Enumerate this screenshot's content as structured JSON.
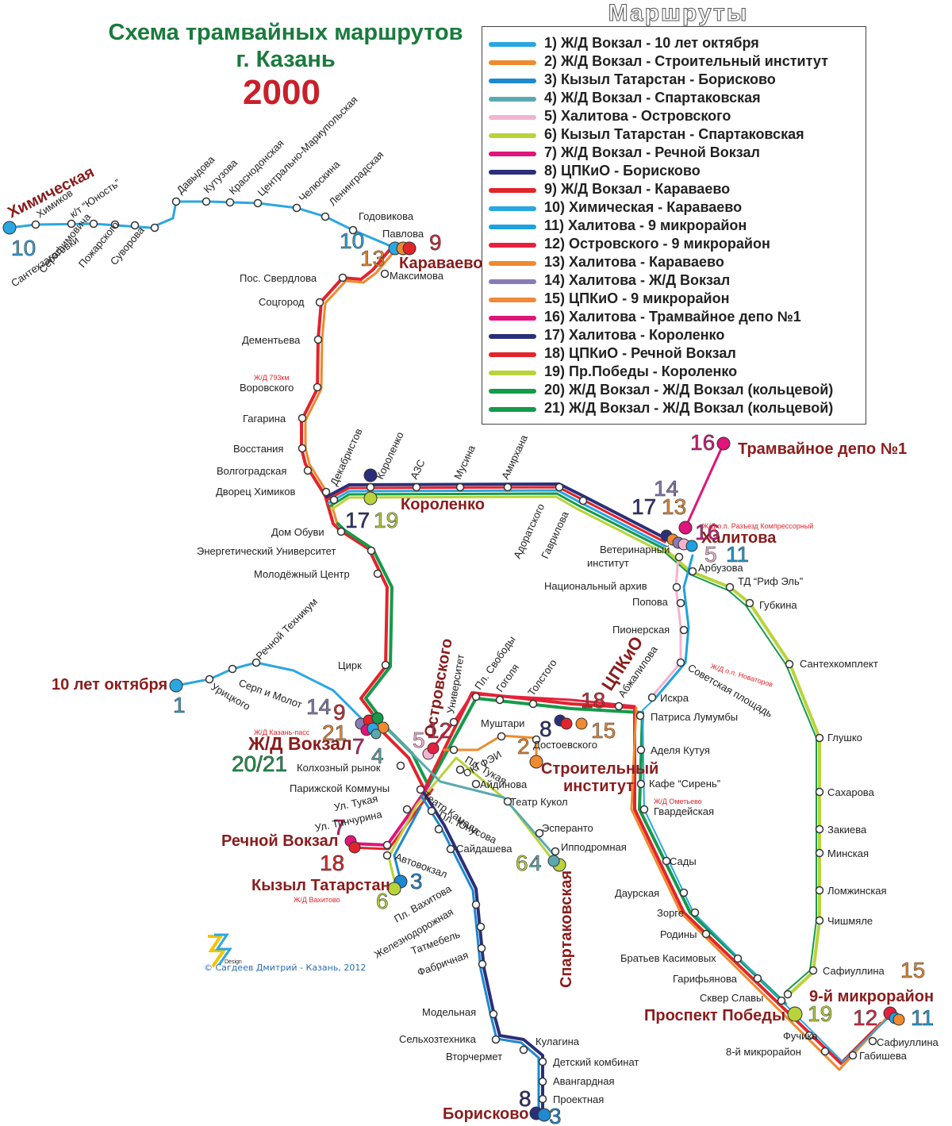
{
  "title": {
    "line1": "Схема трамвайных маршрутов",
    "line2": "г. Казань",
    "year": "2000"
  },
  "legend": {
    "heading": "Маршруты",
    "routes": [
      {
        "label": "1) Ж/Д Вокзал - 10 лет октября",
        "color": "#2aa7e0"
      },
      {
        "label": "2) Ж/Д Вокзал - Строительный институт",
        "color": "#ef8a2e"
      },
      {
        "label": "3) Кызыл Татарстан - Борисково",
        "color": "#1e88d0"
      },
      {
        "label": "4) Ж/Д Вокзал - Спартаковская",
        "color": "#5aa9b0"
      },
      {
        "label": "5) Халитова - Островского",
        "color": "#f3b3d0"
      },
      {
        "label": "6) Кызыл Татарстан - Спартаковская",
        "color": "#b9d33a"
      },
      {
        "label": "7) Ж/Д Вокзал - Речной Вокзал",
        "color": "#e0147a"
      },
      {
        "label": "8) ЦПКиО - Борисково",
        "color": "#2b2f7a"
      },
      {
        "label": "9) Ж/Д Вокзал - Караваево",
        "color": "#e2242b"
      },
      {
        "label": "10) Химическая - Караваево",
        "color": "#2aa7e0"
      },
      {
        "label": "11) Халитова - 9 микрорайон",
        "color": "#1fa1e0"
      },
      {
        "label": "12) Островского - 9 микрорайон",
        "color": "#e5213f"
      },
      {
        "label": "13) Халитова - Караваево",
        "color": "#ef8a2e"
      },
      {
        "label": "14) Халитова - Ж/Д Вокзал",
        "color": "#8a7bb8"
      },
      {
        "label": "15) ЦПКиО - 9 микрорайон",
        "color": "#f08a3a"
      },
      {
        "label": "16) Халитова - Трамвайное депо №1",
        "color": "#e0147a"
      },
      {
        "label": "17) Халитова - Короленко",
        "color": "#2b2f7a"
      },
      {
        "label": "18) ЦПКиО - Речной Вокзал",
        "color": "#e2242b"
      },
      {
        "label": "19) Пр.Победы - Короленко",
        "color": "#b9d33a"
      },
      {
        "label": "20) Ж/Д Вокзал - Ж/Д Вокзал (кольцевой)",
        "color": "#159a4a"
      },
      {
        "label": "21) Ж/Д Вокзал - Ж/Д Вокзал (кольцевой)",
        "color": "#159a4a"
      }
    ]
  },
  "terminals": {
    "himicheskaya": "Химическая",
    "karavaevo": "Караваево",
    "depo": "Трамвайное депо №1",
    "khalitova": "Халитова",
    "korolenko": "Короленко",
    "okt10": "10 лет октября",
    "zhd_vokzal": "Ж/Д Вокзал",
    "ostrovskogo": "Островского",
    "tsPKiO": "ЦПКиО",
    "stroit": "Строительный",
    "stroit2": "институт",
    "rechnoy": "Речной Вокзал",
    "kyzyl": "Кызыл Татарстан",
    "spartak": "Спартаковская",
    "borisk": "Борисково",
    "pr_pobedy": "Проспект Победы",
    "mkr9": "9-й микрорайон"
  },
  "route_numbers": {
    "him": "10",
    "kar10": "10",
    "kar13": "13",
    "kar9": "9",
    "depo16": "16",
    "kh14": "14",
    "kh17": "17",
    "kh13": "13",
    "kh16": "16",
    "kh5": "5",
    "kh11": "11",
    "kor17": "17",
    "kor19": "19",
    "okt1": "1",
    "v14": "14",
    "v9": "9",
    "v21": "21",
    "v7": "7",
    "v4": "4",
    "v2021": "20/21",
    "o5": "5",
    "o12": "12",
    "c18": "18",
    "c8": "8",
    "c15": "15",
    "c2": "2",
    "r7": "7",
    "r18": "18",
    "k3": "3",
    "k6": "6",
    "s6": "6",
    "s4": "4",
    "b8": "8",
    "b3": "3",
    "p19": "19",
    "m15": "15",
    "m12": "12",
    "m11": "11"
  },
  "rail_notes": {
    "n793": "Ж/Д 793км",
    "kompr": "Ж/Д о.п. Разъезд Компрессорный",
    "novat": "Ж/Д о.п. Новаторов",
    "kpass": "Ж/Д Казань-пасс",
    "ometevo": "Ж/Д Ометьево",
    "vahit": "Ж/Д Вахитово"
  },
  "stops": {
    "him1": "Химиков",
    "him2": "к/т “Юность”",
    "him3": "Сантехзаготовки",
    "him4": "Серафимовича",
    "him5": "Пожарского",
    "him6": "Суворова",
    "him7": "Давыдова",
    "him8": "Кутузова",
    "him9": "Краснодонская",
    "him10": "Центрально-Мариупольская",
    "him11": "Челюскина",
    "him12": "Ленинградская",
    "him13": "Годовикова",
    "p1": "Павлова",
    "p2": "Максимова",
    "p3": "Пос. Свердлова",
    "p4": "Соцгород",
    "p5": "Дементьева",
    "p6": "Воровского",
    "p7": "Гагарина",
    "p8": "Восстания",
    "p9": "Волгоградская",
    "p10": "Дворец Химиков",
    "p11": "Декабристов",
    "p12": "Короленко",
    "p13": "АЗС",
    "p14": "Мусина",
    "p15": "Амирхана",
    "p16": "Адоратского",
    "p17": "Гаврилова",
    "p18": "Ветеринарный",
    "p18b": "институт",
    "p19": "Дом Обуви",
    "p20": "Энергетический Университет",
    "p21": "Молодёжный Центр",
    "p22": "Цирк",
    "o1": "Речной Техникум",
    "o2": "Серп и Молот",
    "o3": "Урицкого",
    "k1": "Арбузова",
    "k2": "ТД “Риф Эль”",
    "k3": "Губкина",
    "k4": "Национальный архив",
    "k5": "Попова",
    "k6": "Пионерская",
    "k7": "Советская площадь",
    "k8": "Сантехкомплект",
    "k9": "Глушко",
    "k10": "Сахарова",
    "k11": "Закиева",
    "k12": "Минская",
    "k13": "Ломжинская",
    "k14": "Чишмяле",
    "k15": "Сафиуллина",
    "c1": "Университет",
    "c2": "Пл. Свободы",
    "c3": "Гоголя",
    "c4": "Толстого",
    "c5": "Абжалилова",
    "c6": "Искра",
    "c7": "Патриса Лумумбы",
    "c8": "Аделя Кутуя",
    "c9": "Кафе “Сирень”",
    "c10": "Гвардейская",
    "c11": "Сады",
    "c12": "Даурская",
    "c13": "Зорге",
    "c14": "Родины",
    "c15": "Братьев Касимовых",
    "c16": "Гарифьянова",
    "c17": "Сквер Славы",
    "c18": "Фучика",
    "c19": "8-й микрорайон",
    "c20": "Габишева",
    "c21": "Сафиуллина",
    "m1": "Муштари",
    "m2": "Достоевского",
    "m3": "ОКГФЭИ",
    "m4": "Пл. Тукая",
    "m5": "Айдинова",
    "m6": "Театр Кукол",
    "m7": "Эсперанто",
    "m8": "Ипподромная",
    "v1": "Колхозный рынок",
    "v2": "Парижской Коммуны",
    "v3": "Ул. Тукая",
    "v4": "Ул. Тинчурина",
    "v5": "Театр Камала",
    "v6": "Пл. Юнусова",
    "v7": "Сайдашева",
    "v8": "Автовокзал",
    "b1": "Пл. Вахитова",
    "b2": "Железнодорожная",
    "b3": "Татмебель",
    "b4": "Фабричная",
    "b5": "Модельная",
    "b6": "Сельхозтехника",
    "b7": "Вторчермет",
    "b8": "Кулагина",
    "b9": "Детский комбинат",
    "b10": "Авангардная",
    "b11": "Проектная"
  },
  "credit": "© Сагдеев Дмитрий - Казань, 2012",
  "credit_logo": "Design",
  "colors": {
    "dark_red": "#8a1c1c",
    "green": "#159a4a",
    "blue": "#2aa7e0",
    "orange": "#ef8a2e",
    "navy": "#2b2f7a"
  }
}
